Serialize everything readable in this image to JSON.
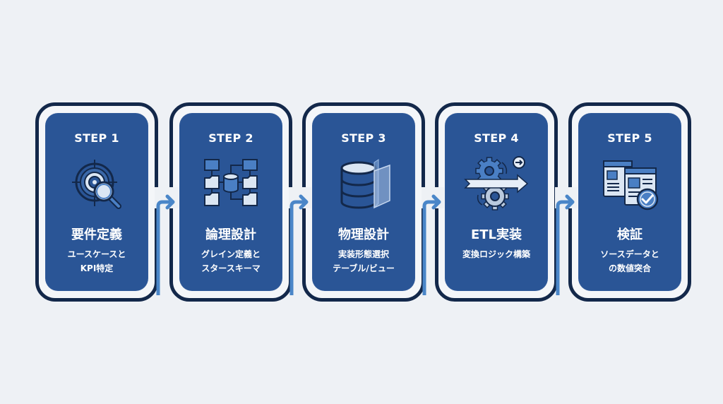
{
  "diagram": {
    "type": "process-flow",
    "colors": {
      "background": "#eef1f5",
      "frame": "#13284a",
      "card": "#2a5596",
      "arrow": "#4a86c8",
      "icon_light": "#dbe6f3",
      "icon_mid": "#4a7fc4",
      "icon_dark": "#13284a"
    },
    "steps": [
      {
        "step": "STEP 1",
        "title": "要件定義",
        "description_lines": [
          "ユースケースと",
          "KPI特定"
        ],
        "icon": "target-search-icon"
      },
      {
        "step": "STEP 2",
        "title": "論理設計",
        "description_lines": [
          "グレイン定義と",
          "スタースキーマ"
        ],
        "icon": "star-schema-icon"
      },
      {
        "step": "STEP 3",
        "title": "物理設計",
        "description_lines": [
          "実装形態選択",
          "テーブル/ビュー"
        ],
        "icon": "database-view-icon"
      },
      {
        "step": "STEP 4",
        "title": "ETL実装",
        "description_lines": [
          "変換ロジック構築"
        ],
        "icon": "gears-arrow-icon"
      },
      {
        "step": "STEP 5",
        "title": "検証",
        "description_lines": [
          "ソースデータと",
          "の数値突合"
        ],
        "icon": "document-check-icon"
      }
    ],
    "connectors": [
      {
        "from": "STEP 1",
        "to": "STEP 2"
      },
      {
        "from": "STEP 2",
        "to": "STEP 3"
      },
      {
        "from": "STEP 3",
        "to": "STEP 4"
      },
      {
        "from": "STEP 4",
        "to": "STEP 5"
      }
    ]
  }
}
